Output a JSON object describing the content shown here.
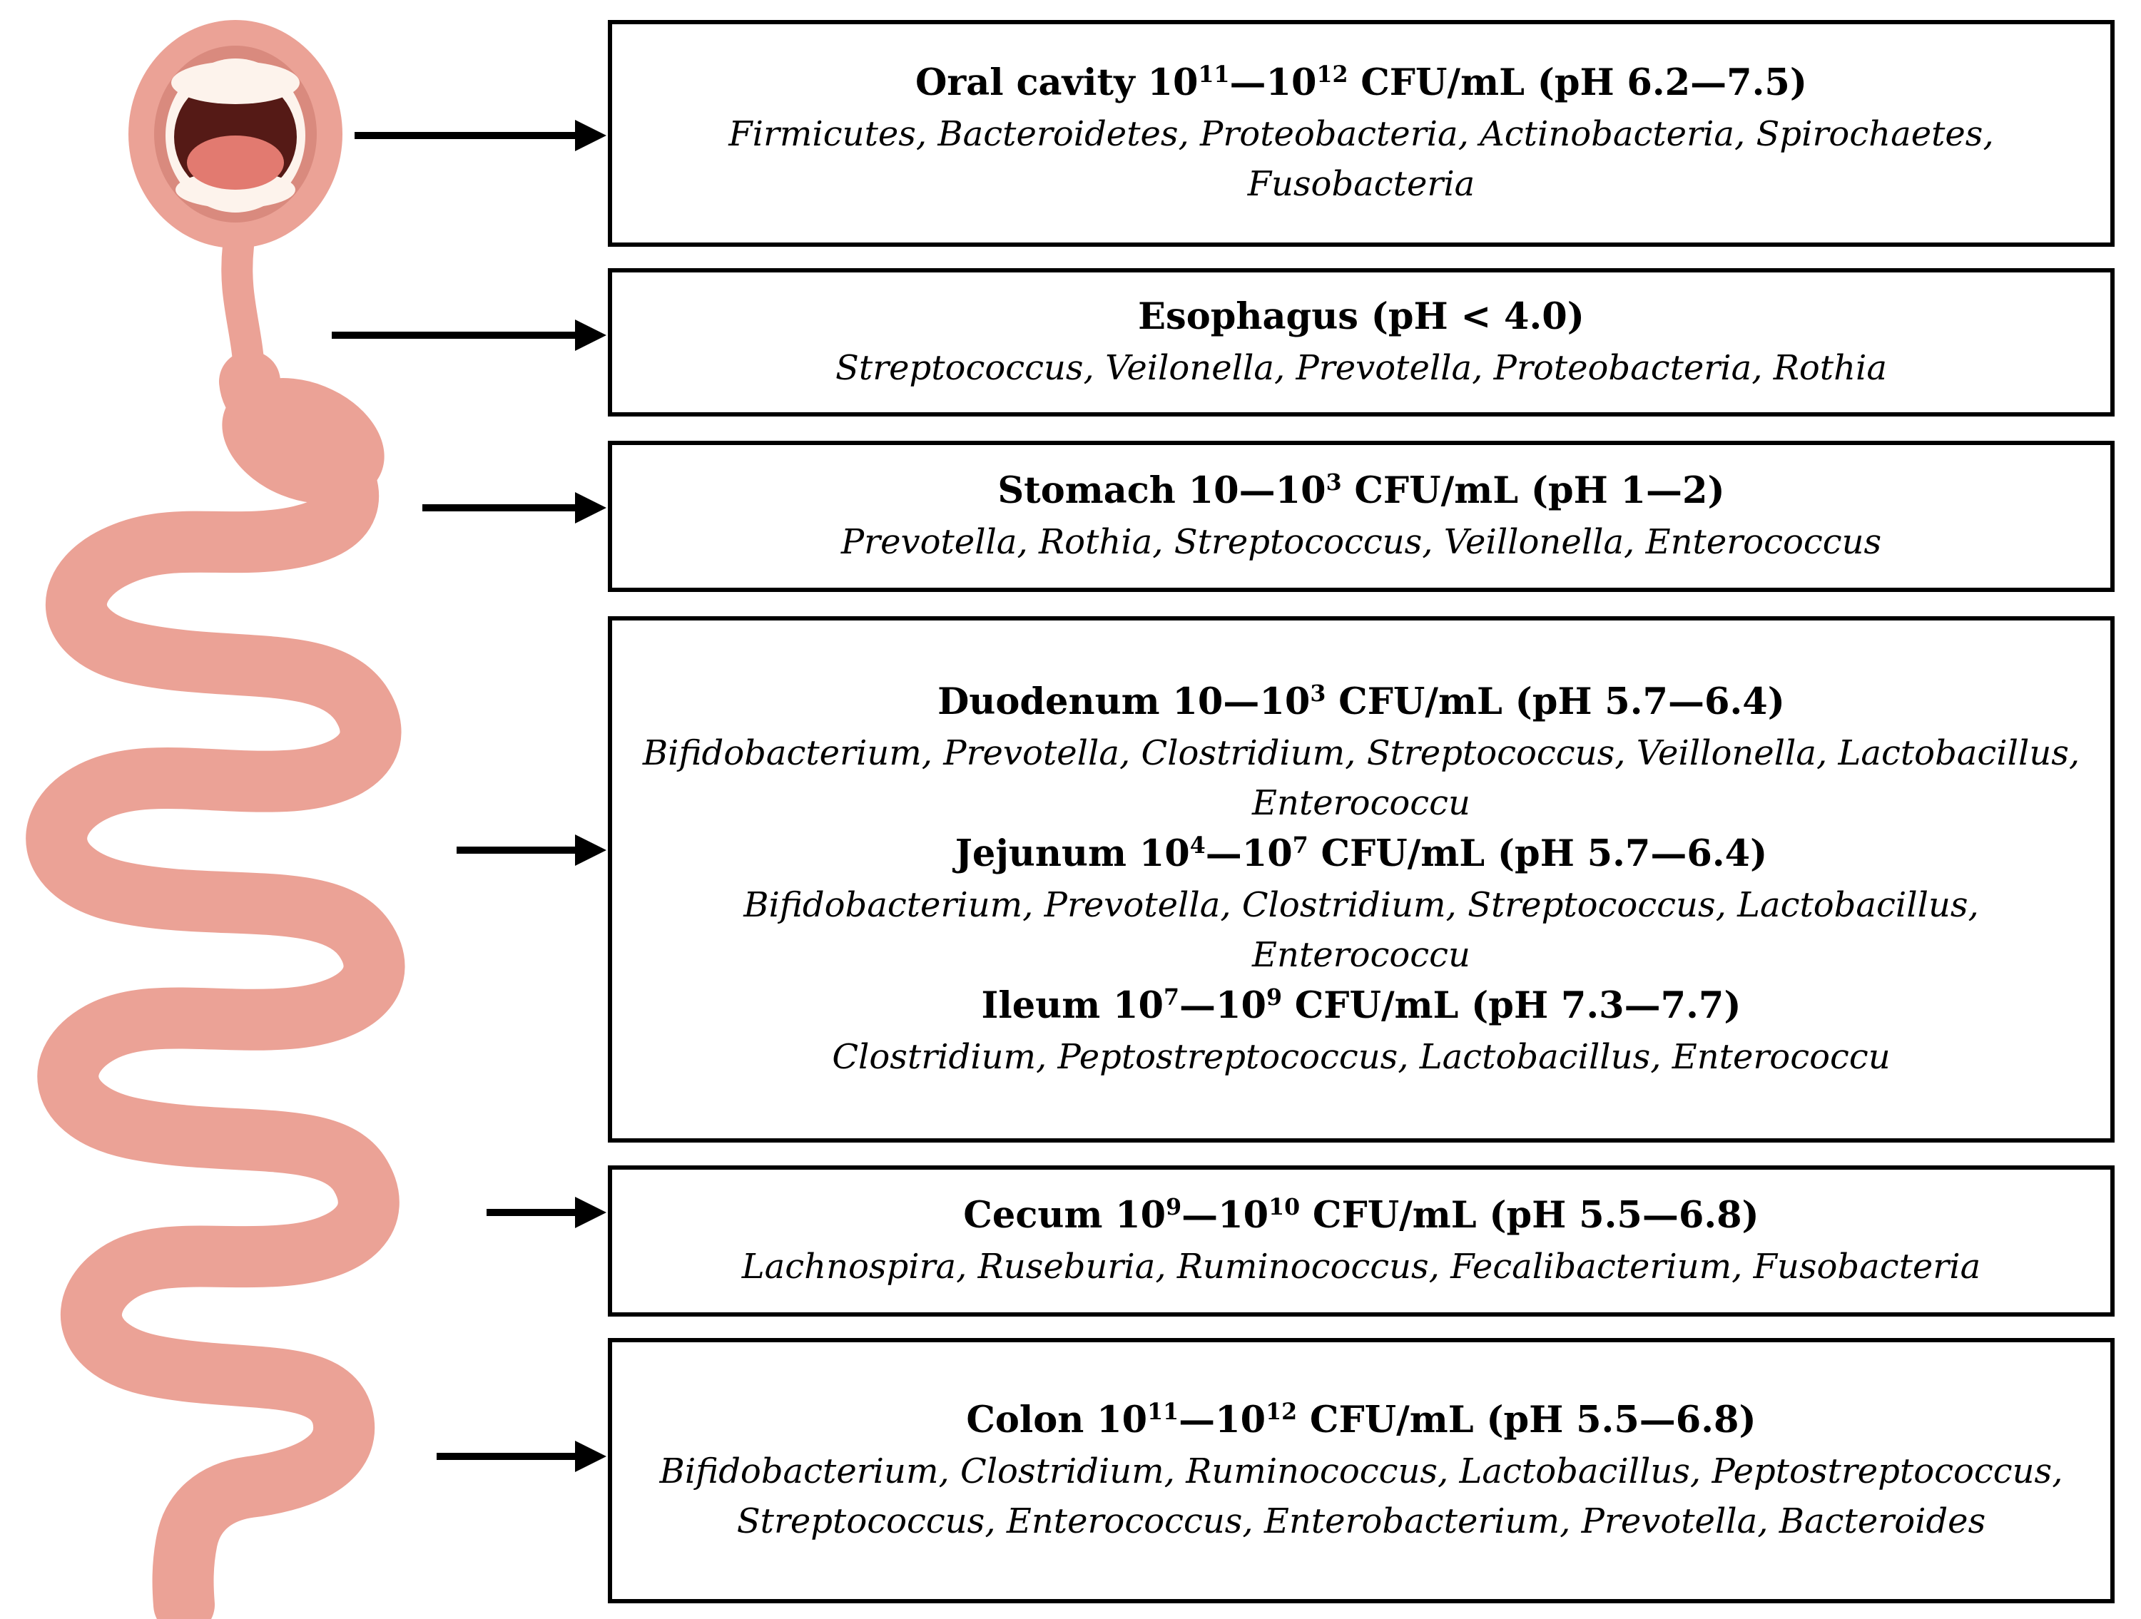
{
  "figure": {
    "description": "Gastrointestinal tract microbiota diagram",
    "colors": {
      "ink": "#000000",
      "tract": "#eba296",
      "lip_inner": "#d98a7e",
      "teeth": "#fdf3ec",
      "mouth_dark": "#551a16",
      "tongue": "#e27a70",
      "box_background": "#ffffff"
    },
    "boxes": [
      {
        "id": "oral-cavity",
        "sections": [
          {
            "title": [
              {
                "t": "Oral cavity 10"
              },
              {
                "s": "11"
              },
              {
                "t": "—10"
              },
              {
                "s": "12"
              },
              {
                "t": " CFU/mL (pH 6.2—7.5)"
              }
            ],
            "species": "Firmicutes, Bacteroidetes, Proteobacteria, Actinobacteria, Spirochaetes, Fusobacteria"
          }
        ]
      },
      {
        "id": "esophagus",
        "sections": [
          {
            "title": [
              {
                "t": "Esophagus (pH < 4.0)"
              }
            ],
            "species": "Streptococcus, Veilonella, Prevotella, Proteobacteria, Rothia"
          }
        ]
      },
      {
        "id": "stomach",
        "sections": [
          {
            "title": [
              {
                "t": "Stomach 10—10"
              },
              {
                "s": "3"
              },
              {
                "t": " CFU/mL (pH 1—2)"
              }
            ],
            "species": "Prevotella, Rothia, Streptococcus, Veillonella, Enterococcus"
          }
        ]
      },
      {
        "id": "small-intestine",
        "sections": [
          {
            "title": [
              {
                "t": "Duodenum 10—10"
              },
              {
                "s": "3"
              },
              {
                "t": " CFU/mL (pH 5.7—6.4)"
              }
            ],
            "species": "Bifidobacterium, Prevotella, Clostridium, Streptococcus, Veillonella, Lactobacillus, Enterococcu"
          },
          {
            "title": [
              {
                "t": "Jejunum 10"
              },
              {
                "s": "4"
              },
              {
                "t": "—10"
              },
              {
                "s": "7"
              },
              {
                "t": " CFU/mL (pH 5.7—6.4)"
              }
            ],
            "species": "Bifidobacterium, Prevotella, Clostridium, Streptococcus, Lactobacillus, Enterococcu"
          },
          {
            "title": [
              {
                "t": "Ileum 10"
              },
              {
                "s": "7"
              },
              {
                "t": "—10"
              },
              {
                "s": "9"
              },
              {
                "t": " CFU/mL (pH 7.3—7.7)"
              }
            ],
            "species": "Clostridium, Peptostreptococcus, Lactobacillus, Enterococcu"
          }
        ]
      },
      {
        "id": "cecum",
        "sections": [
          {
            "title": [
              {
                "t": "Cecum 10"
              },
              {
                "s": "9"
              },
              {
                "t": "—10"
              },
              {
                "s": "10"
              },
              {
                "t": " CFU/mL (pH 5.5—6.8)"
              }
            ],
            "species": "Lachnospira, Ruseburia, Ruminococcus, Fecalibacterium, Fusobacteria"
          }
        ]
      },
      {
        "id": "colon",
        "sections": [
          {
            "title": [
              {
                "t": "Colon 10"
              },
              {
                "s": "11"
              },
              {
                "t": "—10"
              },
              {
                "s": "12"
              },
              {
                "t": " CFU/mL (pH 5.5—6.8)"
              }
            ],
            "species": "Bifidobacterium, Clostridium, Ruminococcus, Lactobacillus, Peptostreptococcus, Streptococcus, Enterococcus, Enterobacterium, Prevotella, Bacteroides"
          }
        ]
      }
    ]
  }
}
